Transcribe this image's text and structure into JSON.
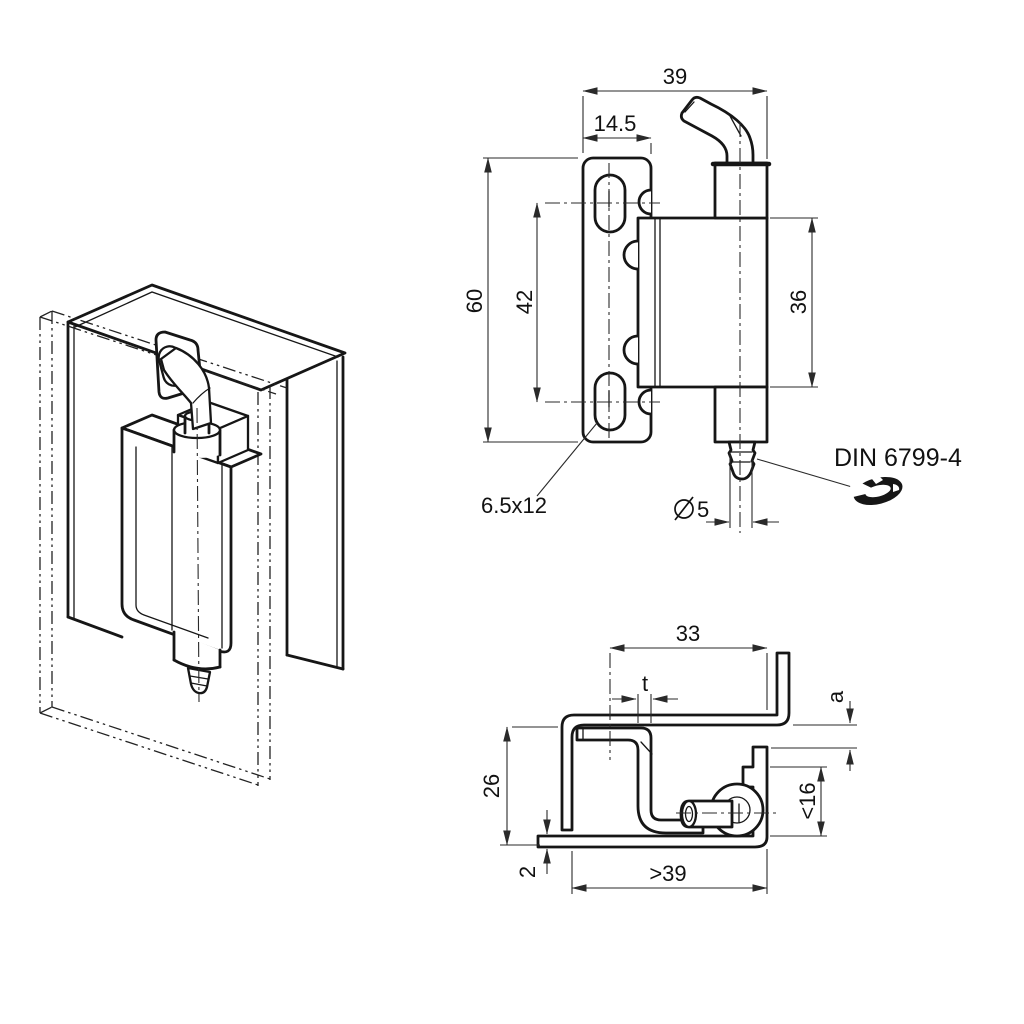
{
  "drawing_type": "hinge technical drawing",
  "colors": {
    "background": "#ffffff",
    "line": "#161616",
    "dimension": "#2a2a2a"
  },
  "front_view": {
    "dim_total_width": "39",
    "dim_plate_width": "14.5",
    "dim_total_height": "60",
    "dim_slot_spacing": "42",
    "dim_body_height": "36",
    "slot_size_label": "6.5x12",
    "pin_diameter_value": "5",
    "retaining_ring_label": "DIN 6799-4"
  },
  "section_view": {
    "dim_leaf_reach": "33",
    "dim_material_thickness": "t",
    "dim_gap": "a",
    "dim_frame_height": "26",
    "dim_max_return": "<16",
    "dim_sheet_thickness": "2",
    "dim_min_door_width": ">39"
  }
}
